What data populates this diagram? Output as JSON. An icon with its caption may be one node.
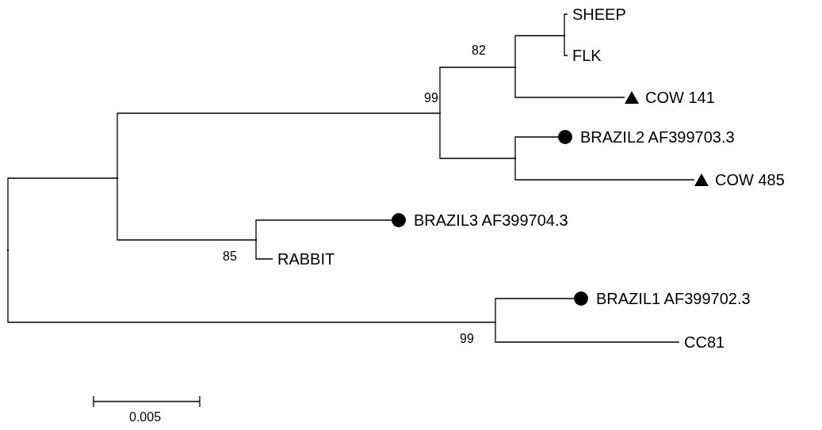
{
  "diagram": {
    "nodes": [
      {
        "text": [],
        "shape": "point"
      },
      {
        "text": [],
        "shape": "point"
      },
      {
        "text": [],
        "shape": "point",
        "beside": [
          "99"
        ]
      },
      {
        "text": [],
        "shape": "point",
        "beside": [
          "82"
        ]
      },
      {
        "text": [],
        "shape": "point"
      },
      {
        "text": [
          "SHEEP"
        ]
      },
      {
        "text": [
          "FLK"
        ]
      },
      {
        "text": [],
        "shape": "triangle",
        "beside": [
          "COW 141"
        ]
      },
      {
        "text": [],
        "shape": "point"
      },
      {
        "text": [],
        "shape": "circle",
        "beside": [
          "BRAZIL2 AF399703.3"
        ]
      },
      {
        "text": [],
        "shape": "triangle",
        "beside": [
          "COW 485"
        ]
      },
      {
        "text": [],
        "shape": "point",
        "beside": [
          "85"
        ]
      },
      {
        "text": [],
        "shape": "circle",
        "beside": [
          "BRAZIL3 AF399704.3"
        ]
      },
      {
        "text": [
          "RABBIT"
        ]
      },
      {
        "text": [],
        "shape": "point",
        "beside": [
          "99"
        ]
      },
      {
        "text": [],
        "shape": "circle",
        "beside": [
          "BRAZIL1 AF399702.3"
        ]
      },
      {
        "text": [
          "CC81"
        ]
      }
    ],
    "edges": [
      {
        "from": 0,
        "to": 1,
        "arrow": "none"
      },
      {
        "from": 0,
        "to": 14,
        "arrow": "none"
      },
      {
        "from": 1,
        "to": 2,
        "arrow": "none"
      },
      {
        "from": 1,
        "to": 11,
        "arrow": "none"
      },
      {
        "from": 2,
        "to": 3,
        "arrow": "none"
      },
      {
        "from": 2,
        "to": 8,
        "arrow": "none"
      },
      {
        "from": 3,
        "to": 4,
        "arrow": "none"
      },
      {
        "from": 3,
        "to": 7,
        "arrow": "none"
      },
      {
        "from": 4,
        "to": 5,
        "arrow": "none"
      },
      {
        "from": 4,
        "to": 6,
        "arrow": "none"
      },
      {
        "from": 8,
        "to": 9,
        "arrow": "none"
      },
      {
        "from": 8,
        "to": 10,
        "arrow": "none"
      },
      {
        "from": 11,
        "to": 12,
        "arrow": "none"
      },
      {
        "from": 11,
        "to": 13,
        "arrow": "none"
      },
      {
        "from": 14,
        "to": 15,
        "arrow": "none"
      },
      {
        "from": 14,
        "to": 16,
        "arrow": "none"
      }
    ],
    "labels": [
      "0.005"
    ]
  }
}
